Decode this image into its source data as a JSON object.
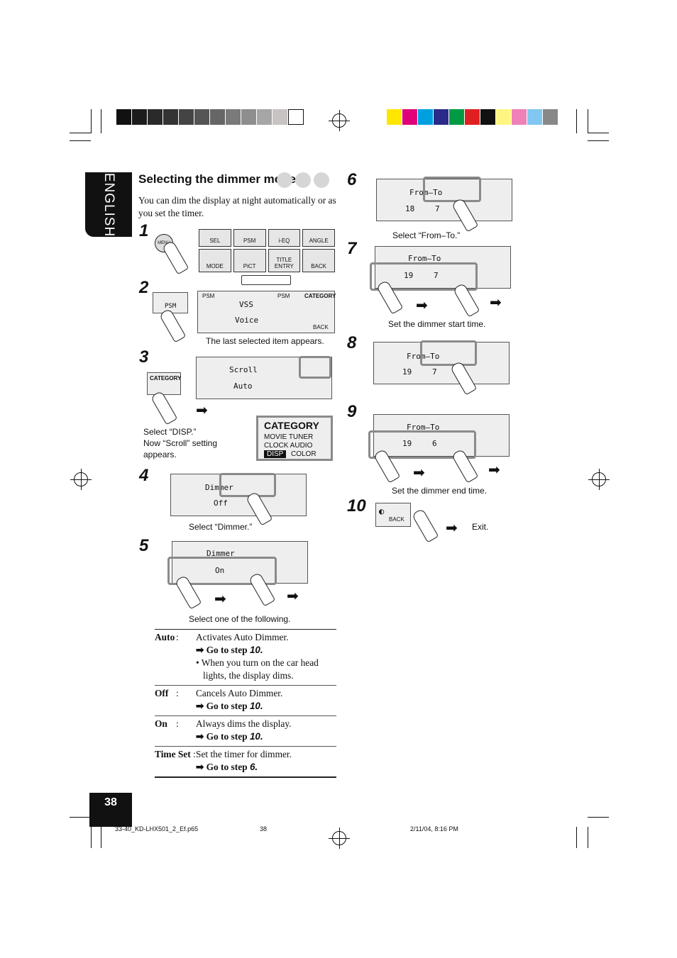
{
  "header": {
    "lang_tab": "ENGLISH",
    "section_title": "Selecting the dimmer mode",
    "intro": "You can dim the display at night automatically or as you set the timer."
  },
  "colors": {
    "gray_strip": [
      "#111111",
      "#1c1c1c",
      "#2a2a2a",
      "#333333",
      "#444444",
      "#555555",
      "#666666",
      "#7a7a7a",
      "#8e8e8e",
      "#a6a6a6",
      "#c8c2c2",
      "#ffffff"
    ],
    "color_strip": [
      "#ffe600",
      "#e0007a",
      "#00a0e0",
      "#2a2a8a",
      "#009a44",
      "#e02020",
      "#111111",
      "#fff580",
      "#f080b8",
      "#80c8f0",
      "#888888"
    ]
  },
  "steps": {
    "s1": {
      "num": "1",
      "menu_label": "MENU",
      "buttons": [
        "SEL",
        "PSM",
        "i-EQ",
        "ANGLE",
        "MODE",
        "PiCT",
        "TITLE ENTRY",
        "BACK"
      ]
    },
    "s2": {
      "num": "2",
      "btn": "PSM",
      "top_left": "PSM",
      "top_right": "PSM",
      "main": "VSS",
      "sub": "Voice",
      "cat": "CATEGORY",
      "back": "BACK",
      "caption": "The last selected item appears."
    },
    "s3": {
      "num": "3",
      "btn": "CATEGORY",
      "main": "Scroll",
      "sub": "Auto",
      "cat_title": "CATEGORY",
      "cat_l1": "MOVIE TUNER",
      "cat_l2": "CLOCK AUDIO",
      "cat_disp": "DISP",
      "cat_color": "COLOR",
      "caption_1": "Select “DISP.”",
      "caption_2": "Now “Scroll” setting",
      "caption_3": "appears."
    },
    "s4": {
      "num": "4",
      "main": "Dimmer",
      "sub": "Off",
      "caption": "Select “Dimmer.”"
    },
    "s5": {
      "num": "5",
      "main": "Dimmer",
      "sub": "On",
      "caption": "Select one of the following."
    },
    "s6": {
      "num": "6",
      "main": "From–To",
      "v1": "18",
      "v2": "7",
      "caption": "Select “From–To.”"
    },
    "s7": {
      "num": "7",
      "main": "From–To",
      "v1": "19",
      "v2": "7",
      "caption": "Set the dimmer start time."
    },
    "s8": {
      "num": "8",
      "main": "From–To",
      "v1": "19",
      "v2": "7"
    },
    "s9": {
      "num": "9",
      "main": "From–To",
      "v1": "19",
      "v2": "6",
      "caption": "Set the dimmer end time."
    },
    "s10": {
      "num": "10",
      "btn": "BACK",
      "caption": "Exit."
    }
  },
  "options": [
    {
      "key": "Auto",
      "desc": "Activates Auto Dimmer.",
      "go": "➡ Go to step",
      "step": "10.",
      "note": "• When you turn on the car head lights, the display dims."
    },
    {
      "key": "Off",
      "desc": "Cancels Auto Dimmer.",
      "go": "➡ Go to step",
      "step": "10."
    },
    {
      "key": "On",
      "desc": "Always dims the display.",
      "go": "➡ Go to step",
      "step": "10."
    },
    {
      "key": "Time Set",
      "desc": "Set the timer for dimmer.",
      "go": "➡ Go to step",
      "step": "6."
    }
  ],
  "footer": {
    "page": "38",
    "file": "33-40_KD-LHX501_2_Ef.p65",
    "mid": "38",
    "date": "2/11/04, 8:16 PM"
  }
}
